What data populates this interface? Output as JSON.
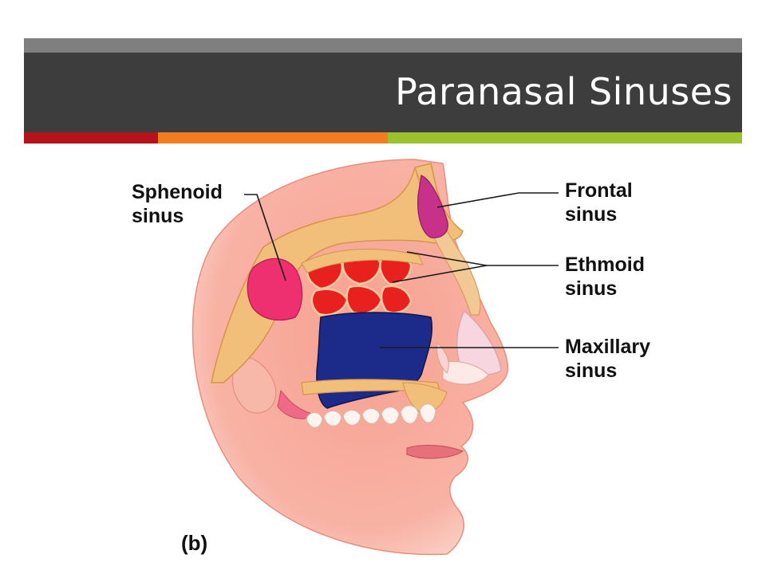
{
  "slide": {
    "title": "Paranasal Sinuses",
    "accent_colors": [
      "#b5121b",
      "#f47c20",
      "#9bc22c"
    ]
  },
  "diagram": {
    "labels": {
      "sphenoid_line1": "Sphenoid",
      "sphenoid_line2": "sinus",
      "frontal_line1": "Frontal",
      "frontal_line2": "sinus",
      "ethmoid_line1": "Ethmoid",
      "ethmoid_line2": "sinus",
      "maxillary_line1": "Maxillary",
      "maxillary_line2": "sinus"
    },
    "figure_letter": "(b)",
    "colors": {
      "skin": "#f5a898",
      "bone": "#f2bf7a",
      "sphenoid": "#ee2f70",
      "frontal": "#c8318a",
      "ethmoid": "#e8201e",
      "maxillary": "#1c2a8a"
    }
  }
}
